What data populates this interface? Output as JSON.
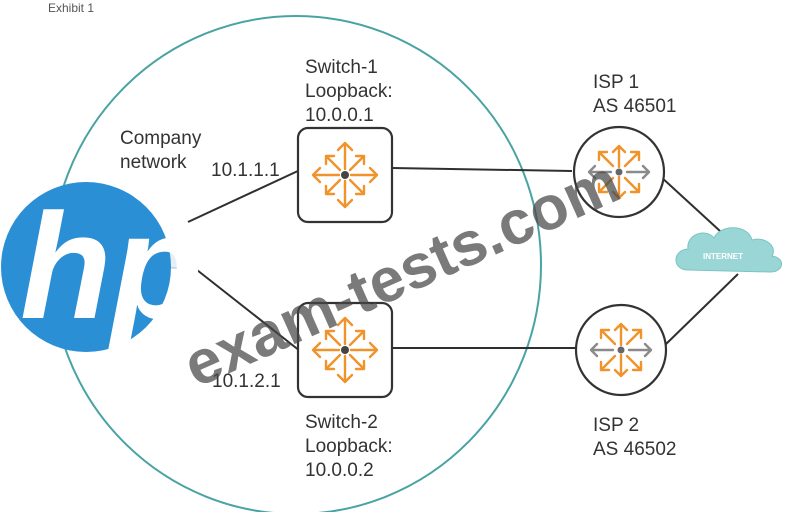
{
  "exhibit_label": "Exhibit 1",
  "company_network": {
    "line1": "Company",
    "line2": "network"
  },
  "switch1": {
    "name": "Switch-1",
    "loopback_label": "Loopback:",
    "loopback_ip": "10.0.0.1",
    "interface_ip": "10.1.1.1"
  },
  "switch2": {
    "name": "Switch-2",
    "loopback_label": "Loopback:",
    "loopback_ip": "10.0.0.2",
    "interface_ip": "10.1.2.1"
  },
  "isp1": {
    "name": "ISP 1",
    "as": "AS 46501"
  },
  "isp2": {
    "name": "ISP 2",
    "as": "AS 46502"
  },
  "internet_label": "INTERNET",
  "watermark_text": "exam-tests.com",
  "logo_text": "hp",
  "colors": {
    "company_circle": "#4aa3a3",
    "router_arrow": "#f0932b",
    "router_gray_arrow": "#8a8a8a",
    "cloud_internet": "#9ad6d6",
    "cloud_company": "#e6eff4",
    "logo_blue": "#2b8fd6"
  }
}
